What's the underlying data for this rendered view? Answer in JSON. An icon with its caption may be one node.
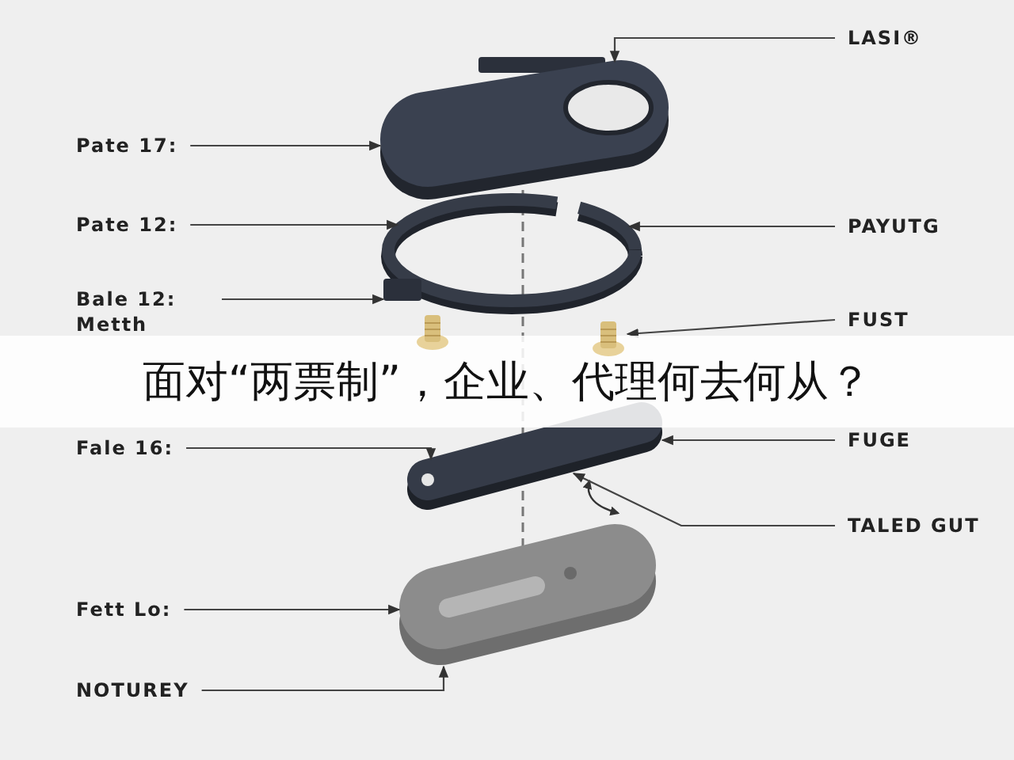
{
  "diagram": {
    "title": "面对“两票制”，企业、代理何去何从？",
    "nodes": [
      {
        "text": [
          "Pate 17:"
        ]
      },
      {
        "text": [
          "LASI®"
        ]
      },
      {
        "text": [
          "Pate 12:"
        ]
      },
      {
        "text": [
          "PAYUTG"
        ]
      },
      {
        "text": [
          "Bale 12: Metth"
        ]
      },
      {
        "text": [
          "FUST"
        ]
      },
      {
        "text": [
          "Fale 16:"
        ]
      },
      {
        "text": [
          "FUGE"
        ]
      },
      {
        "text": [
          "TALED GUT"
        ]
      },
      {
        "text": [
          "Fett Lo:"
        ]
      },
      {
        "text": [
          "NOTUREY"
        ]
      },
      {
        "text": [],
        "shape": "picture"
      },
      {
        "text": [],
        "shape": "picture"
      },
      {
        "text": [],
        "shape": "picture"
      },
      {
        "text": [],
        "shape": "picture"
      },
      {
        "text": [],
        "shape": "picture"
      },
      {
        "text": [],
        "shape": "picture"
      }
    ],
    "edges": [
      {
        "from": 0,
        "to": 11,
        "arrow": "to"
      },
      {
        "from": 1,
        "to": 11,
        "arrow": "to"
      },
      {
        "from": 2,
        "to": 12,
        "arrow": "to"
      },
      {
        "from": 3,
        "to": 12,
        "arrow": "to"
      },
      {
        "from": 4,
        "to": 12,
        "arrow": "to"
      },
      {
        "from": 5,
        "to": 14,
        "arrow": "to"
      },
      {
        "from": 6,
        "to": 15,
        "arrow": "to"
      },
      {
        "from": 7,
        "to": 15,
        "arrow": "to"
      },
      {
        "from": 8,
        "to": 15,
        "arrow": "to"
      },
      {
        "from": 9,
        "to": 16,
        "arrow": "to"
      },
      {
        "from": 10,
        "to": 16,
        "arrow": "to"
      }
    ]
  }
}
